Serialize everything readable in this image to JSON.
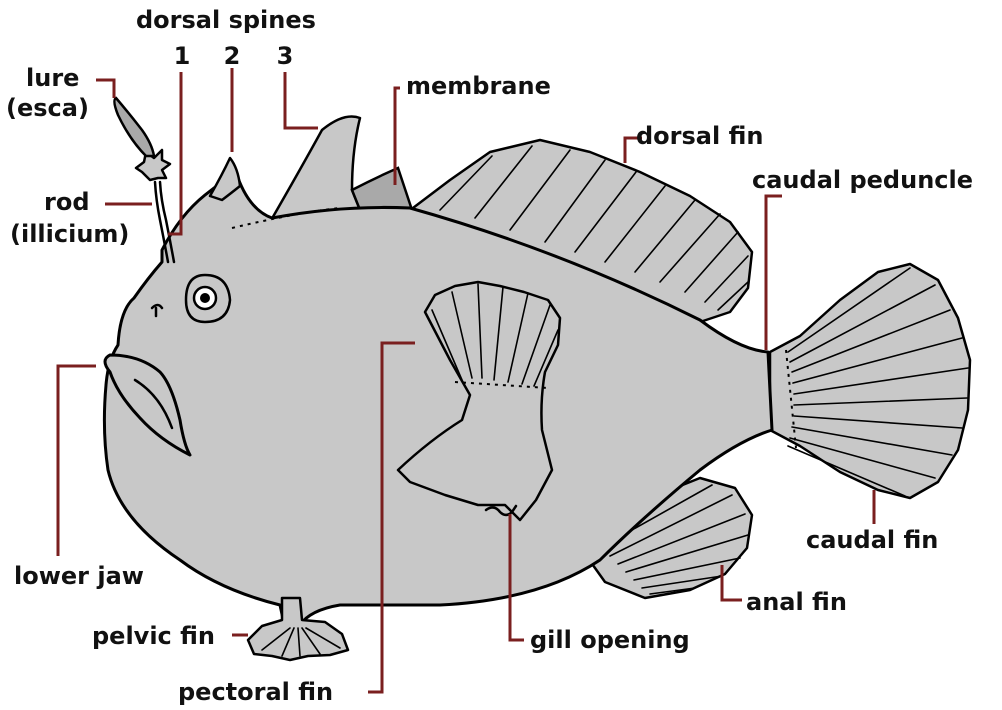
{
  "diagram": {
    "colors": {
      "body": "#c8c8c8",
      "membrane": "#a9a9a9",
      "outline": "#000000",
      "leader": "#7a1f1f",
      "text": "#111111"
    },
    "labels": {
      "dorsal_spines": "dorsal spines",
      "spine_1": "1",
      "spine_2": "2",
      "spine_3": "3",
      "lure": "lure",
      "esca": "(esca)",
      "rod": "rod",
      "illicium": "(illicium)",
      "membrane": "membrane",
      "dorsal_fin": "dorsal fin",
      "caudal_peduncle": "caudal peduncle",
      "caudal_fin": "caudal fin",
      "anal_fin": "anal fin",
      "lower_jaw": "lower jaw",
      "pelvic_fin": "pelvic fin",
      "gill_opening": "gill opening",
      "pectoral_fin": "pectoral fin"
    }
  }
}
